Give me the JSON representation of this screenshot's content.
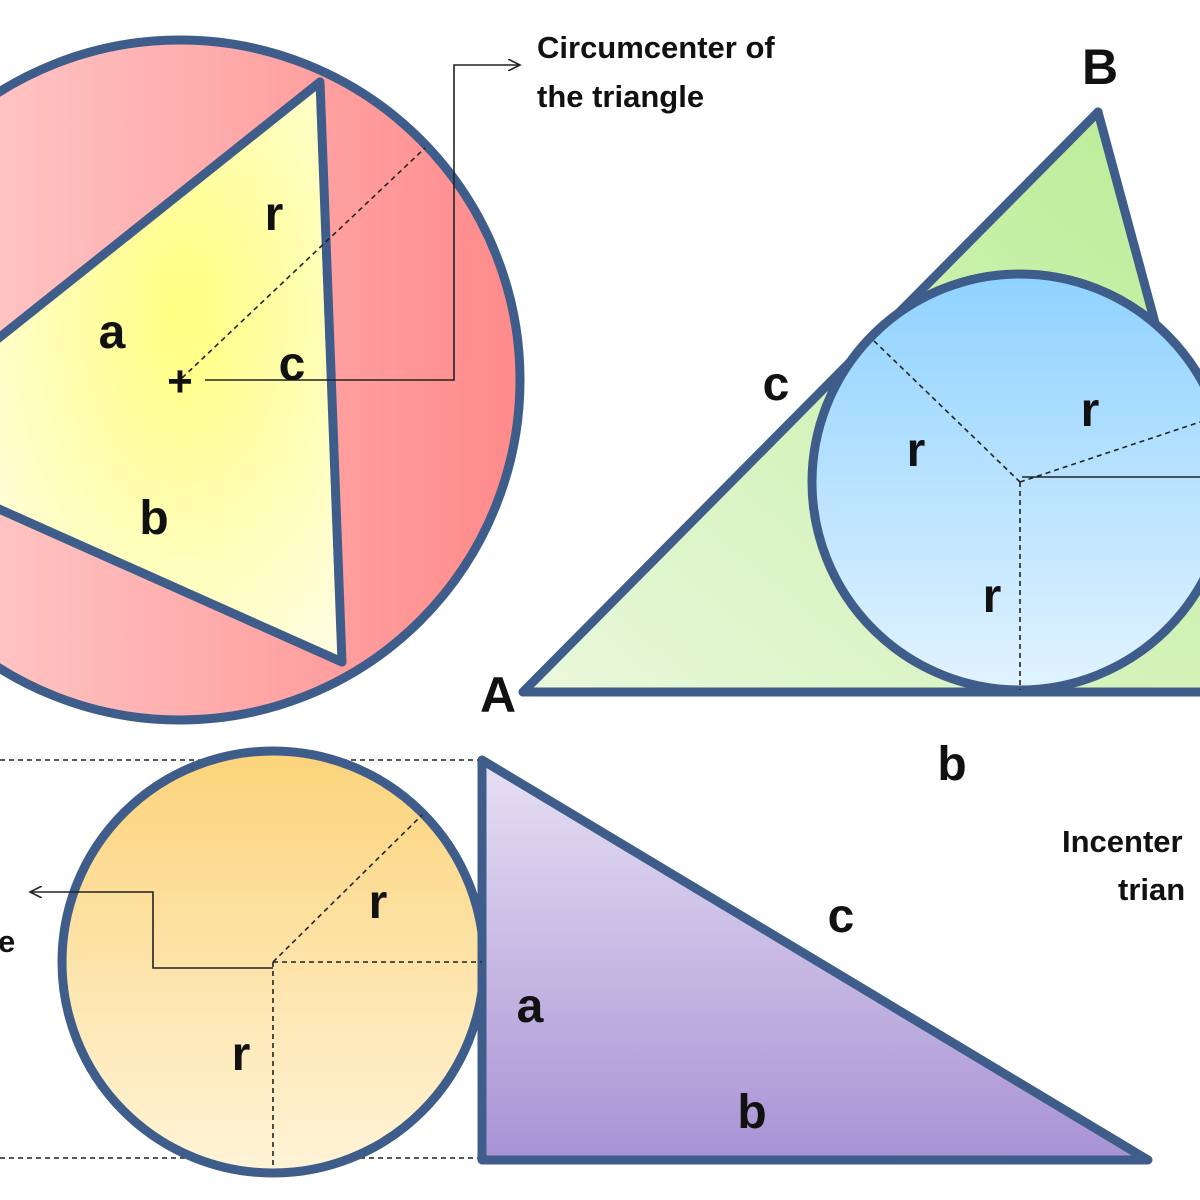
{
  "colors": {
    "outline": "#3e5d8a",
    "circumcircle": "#ff8a8a",
    "acute_triangle": "#ffff80",
    "obtuse_triangle": "#c8f0a8",
    "incircle": "#8fd0ff",
    "right_circle": "#fcd98a",
    "right_triangle": "#b3a0d6"
  },
  "diagram1": {
    "annotation": [
      "Circumcenter of",
      "the triangle"
    ],
    "center_symbol": "+",
    "labels": {
      "r": "r",
      "a": "a",
      "b": "b",
      "c": "c"
    }
  },
  "diagram2": {
    "vertices": {
      "A": "A",
      "B": "B"
    },
    "annotation": [
      "Incenter",
      "trian"
    ],
    "labels": {
      "c": "c",
      "b": "b",
      "r1": "r",
      "r2": "r",
      "r3": "r"
    }
  },
  "diagram3": {
    "annotation_fragment": "e",
    "labels": {
      "r1": "r",
      "r2": "r",
      "a": "a",
      "b": "b",
      "c": "c"
    }
  }
}
